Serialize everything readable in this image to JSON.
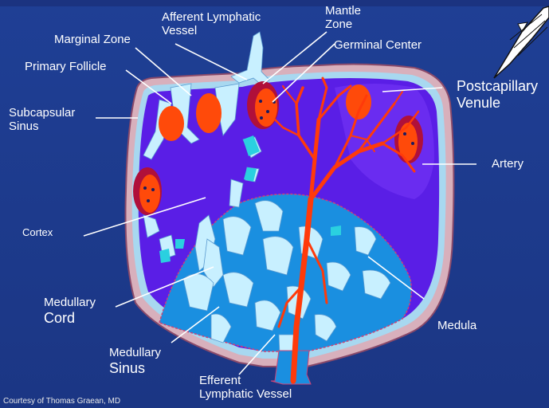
{
  "labels": {
    "afferent_lymphatic_vessel": "Afferent Lymphatic Vessel",
    "mantle_zone": "Mantle Zone",
    "germinal_center": "Germinal Center",
    "marginal_zone": "Marginal Zone",
    "primary_follicle": "Primary Follicle",
    "subcapsular_sinus": "Subcapsular Sinus",
    "postcapillary_venule": "Postcapillary Venule",
    "artery": "Artery",
    "cortex": "Cortex",
    "medullary_cord_1": "Medullary",
    "medullary_cord_2": "Cord",
    "medula": "Medula",
    "medullary_sinus_1": "Medullary",
    "medullary_sinus_2": "Sinus",
    "efferent_1": "Efferent",
    "efferent_2": "Lymphatic Vessel"
  },
  "split": {
    "afferent_1": "Afferent Lymphatic",
    "afferent_2": "Vessel",
    "mantle_1": "Mantle",
    "mantle_2": "Zone",
    "subcap_1": "Subcapsular",
    "subcap_2": "Sinus",
    "postcap_1": "Postcapillary",
    "postcap_2": "Venule"
  },
  "credit": "Courtesy of Thomas Graean, MD",
  "colors": {
    "background": "#1d3a8c",
    "capsule": "#c89aa6",
    "cortex": "#5a1ee6",
    "medulla": "#1a8fe0",
    "sinus": "#c8f0ff",
    "artery": "#ff3a0a",
    "follicle_red": "#ff4a0a",
    "mantle_dark": "#b0103a"
  }
}
